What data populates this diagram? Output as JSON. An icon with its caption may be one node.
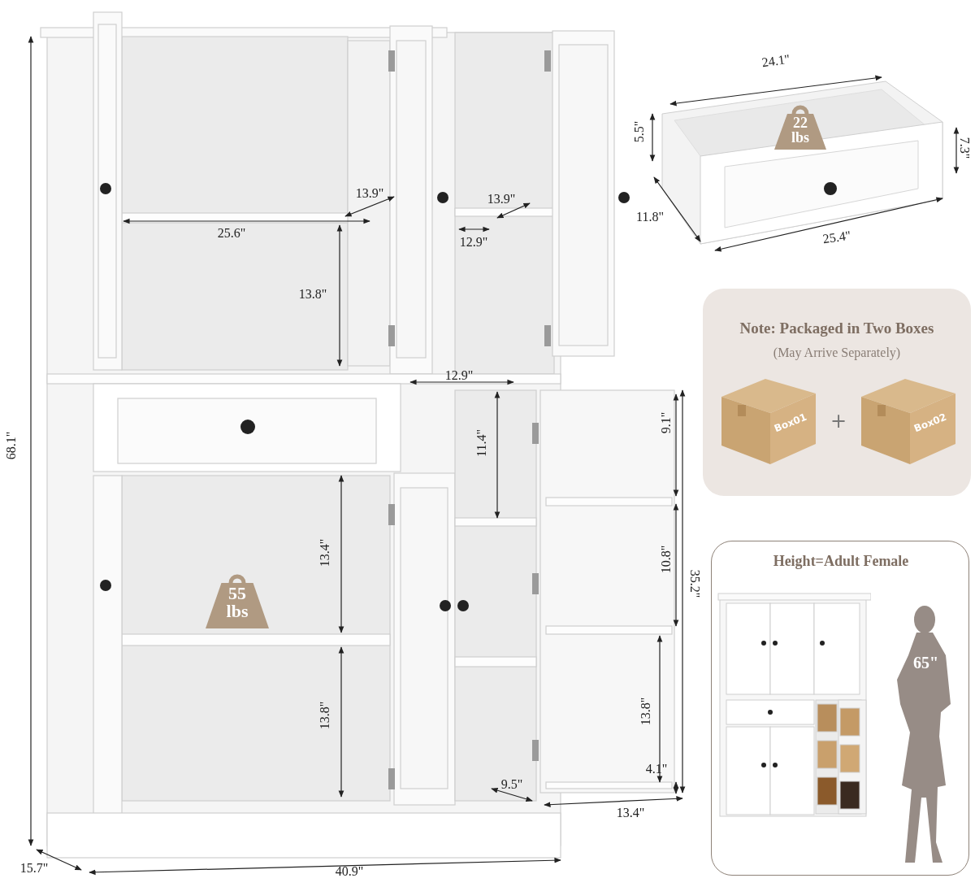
{
  "diagram": {
    "nodes": [
      {
        "text": [
          "22 lbs"
        ]
      },
      {
        "text": [
          "Note: Packaged in Two Boxes",
          "(May Arrive Separately)"
        ]
      },
      {
        "text": [
          "Box01"
        ],
        "in": 1
      },
      {
        "text": [
          "Box02"
        ],
        "in": 1
      },
      {
        "text": [
          "55 lbs"
        ]
      },
      {
        "text": [
          "Height=Adult Female"
        ]
      },
      {
        "text": [
          "65\""
        ],
        "in": 5
      }
    ],
    "edges": [],
    "labels": [
      "24.1\"",
      "5.5\"",
      "7.3\"",
      "13.9\"",
      "13.9\"",
      "11.8\"",
      "25.6\"",
      "12.9\"",
      "25.4\"",
      "13.8\"",
      "68.1\"",
      "12.9\"",
      "11.4\"",
      "9.1\"",
      "13.4\"",
      "10.8\"",
      "35.2\"",
      "13.8\"",
      "13.8\"",
      "9.5\"",
      "4.1\"",
      "13.4\"",
      "15.7\"",
      "40.9\"",
      "+"
    ]
  }
}
